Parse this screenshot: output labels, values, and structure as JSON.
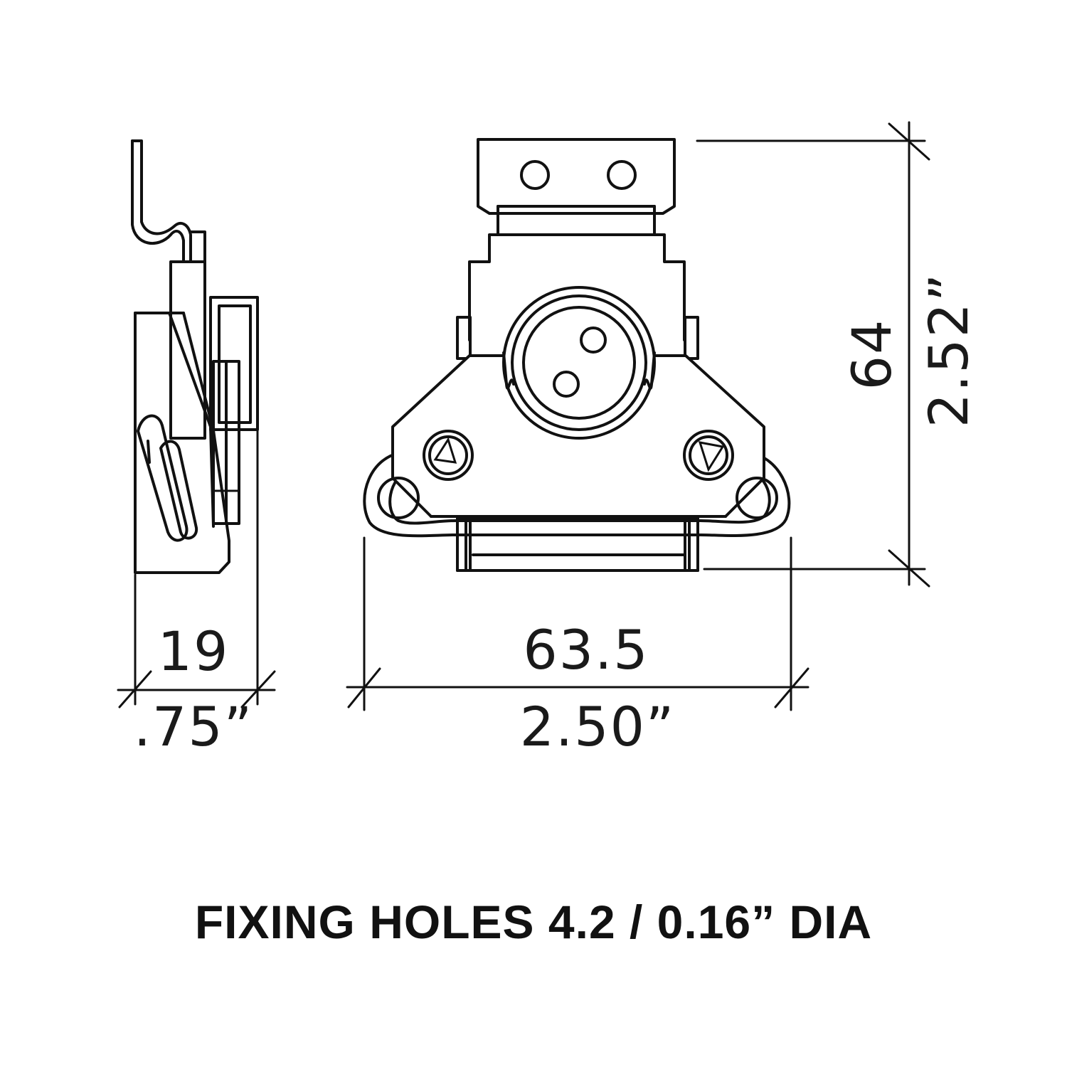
{
  "dimensions": {
    "side_width_mm": "19",
    "side_width_in": ".75”",
    "front_width_mm": "63.5",
    "front_width_in": "2.50”",
    "height_mm": "64",
    "height_in": "2.52”"
  },
  "caption": "FIXING HOLES  4.2 / 0.16” DIA"
}
